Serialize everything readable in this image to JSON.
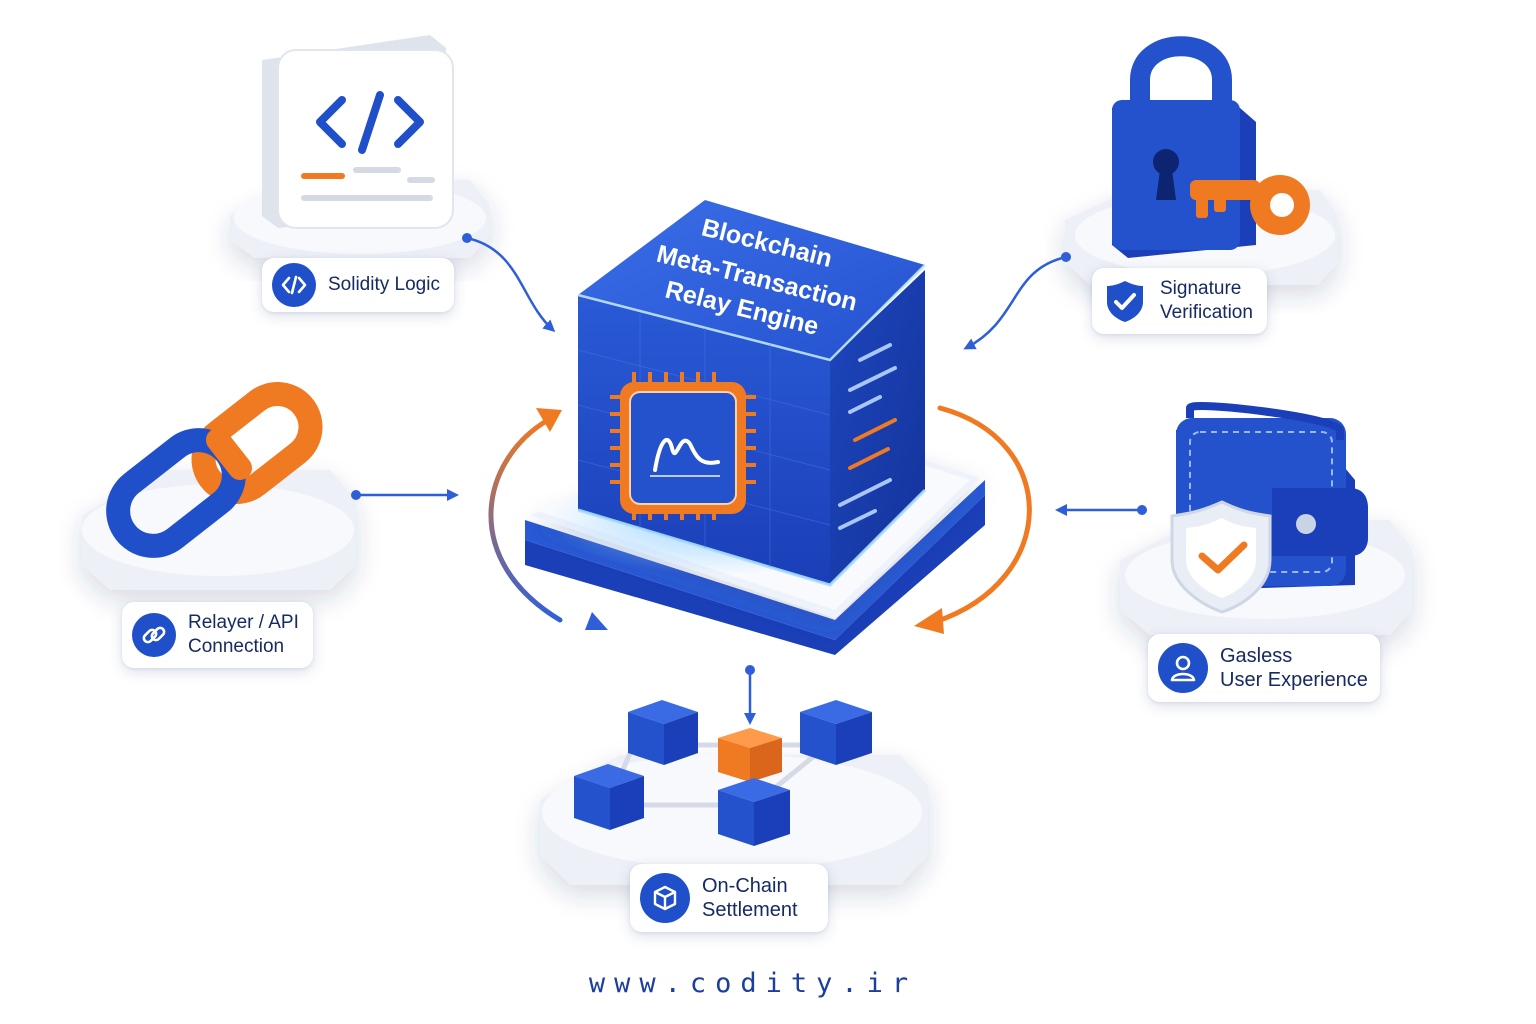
{
  "engine": {
    "title_lines": [
      "Blockchain",
      "Meta-Transaction",
      "Relay Engine"
    ]
  },
  "nodes": {
    "solidity": {
      "lines": [
        "Solidity Logic"
      ],
      "icon": "code-icon"
    },
    "signature": {
      "lines": [
        "Signature",
        "Verification"
      ],
      "icon": "shield-check-icon"
    },
    "relayer": {
      "lines": [
        "Relayer / API",
        "Connection"
      ],
      "icon": "link-icon"
    },
    "gasless": {
      "lines": [
        "Gasless",
        "User Experience"
      ],
      "icon": "user-icon"
    },
    "settlement": {
      "lines": [
        "On-Chain",
        "Settlement"
      ],
      "icon": "cube-icon"
    }
  },
  "footer": {
    "website": "www.codity.ir"
  },
  "colors": {
    "primary_blue": "#1f4fc9",
    "accent_orange": "#f07a22",
    "text_navy": "#172a63"
  }
}
